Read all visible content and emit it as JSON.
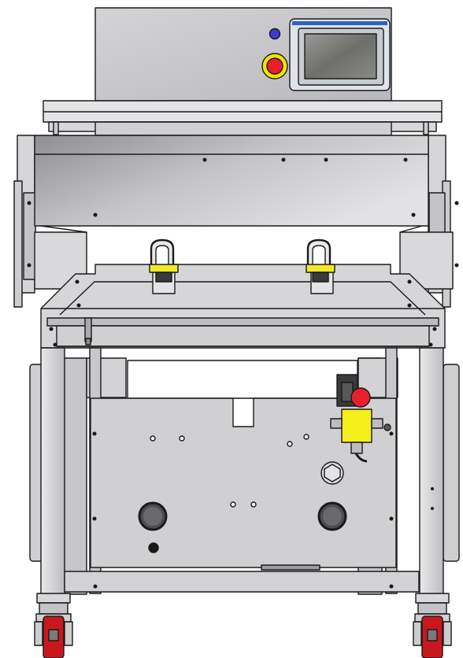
{
  "drawing": {
    "view": "front",
    "subject": "machine-cabinet-on-casters",
    "colors": {
      "steel_light": "#e6e6e8",
      "steel_mid": "#c9c9cc",
      "steel_dark": "#a9a9ad",
      "outline": "#1a1a1a",
      "estop_red": "#e8202a",
      "estop_yellow": "#f3e400",
      "indicator_blue": "#3b3bd0",
      "valve_yellow": "#f7ef1a",
      "wheel_red": "#c8181e",
      "screen_frame": "#dfe4ec",
      "screen_accent": "#2c62c8"
    },
    "icons": [
      "hmi-touchscreen",
      "emergency-stop-button",
      "indicator-light",
      "latch-clamp",
      "solenoid-valve",
      "caster-wheel"
    ]
  }
}
